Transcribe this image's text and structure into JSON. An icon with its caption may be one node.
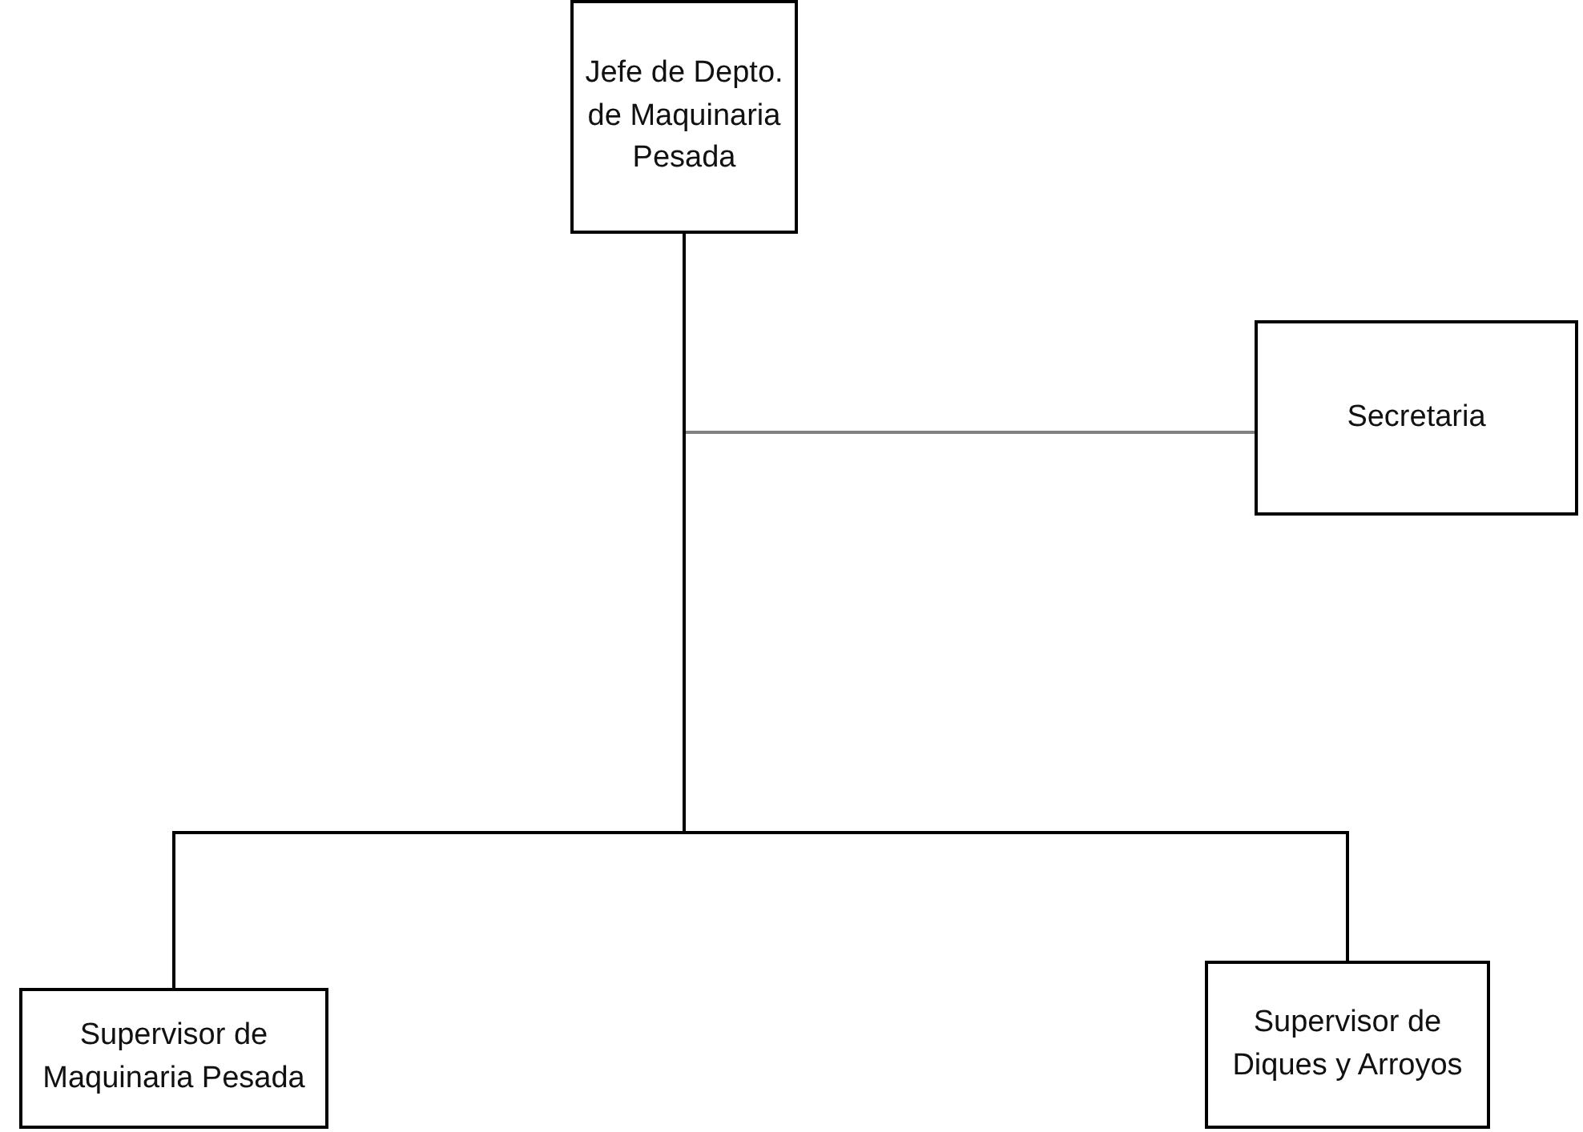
{
  "diagram": {
    "nodes": [
      {
        "text": [
          "Jefe de Depto. de Maquinaria Pesada"
        ]
      },
      {
        "text": [
          "Secretaria"
        ]
      },
      {
        "text": [
          "Supervisor de Maquinaria Pesada"
        ]
      },
      {
        "text": [
          "Supervisor de Diques y Arroyos"
        ]
      }
    ],
    "edges": [
      {
        "from": 0,
        "to": 1,
        "arrow": "none",
        "color": "#808080"
      },
      {
        "from": 0,
        "to": 2,
        "arrow": "none"
      },
      {
        "from": 0,
        "to": 3,
        "arrow": "none"
      }
    ]
  }
}
